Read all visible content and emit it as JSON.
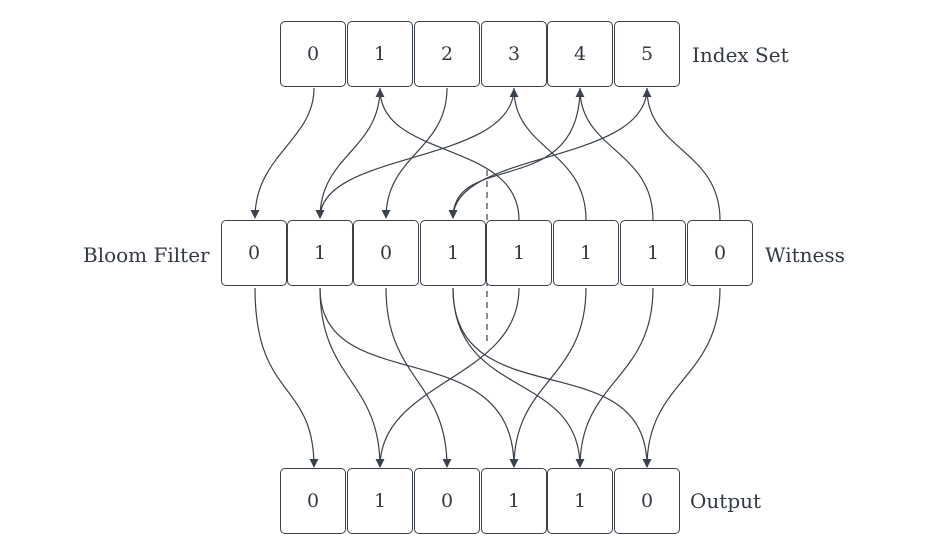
{
  "labels": {
    "index_set": "Index Set",
    "bloom_filter": "Bloom Filter",
    "witness": "Witness",
    "output": "Output"
  },
  "index_set": [
    "0",
    "1",
    "2",
    "3",
    "4",
    "5"
  ],
  "bloom_filter": [
    "0",
    "1",
    "0",
    "1",
    "1",
    "1",
    "1",
    "0"
  ],
  "output": [
    "0",
    "1",
    "0",
    "1",
    "1",
    "0"
  ],
  "colors": {
    "line": "#3a414a",
    "text": "#333a44"
  }
}
